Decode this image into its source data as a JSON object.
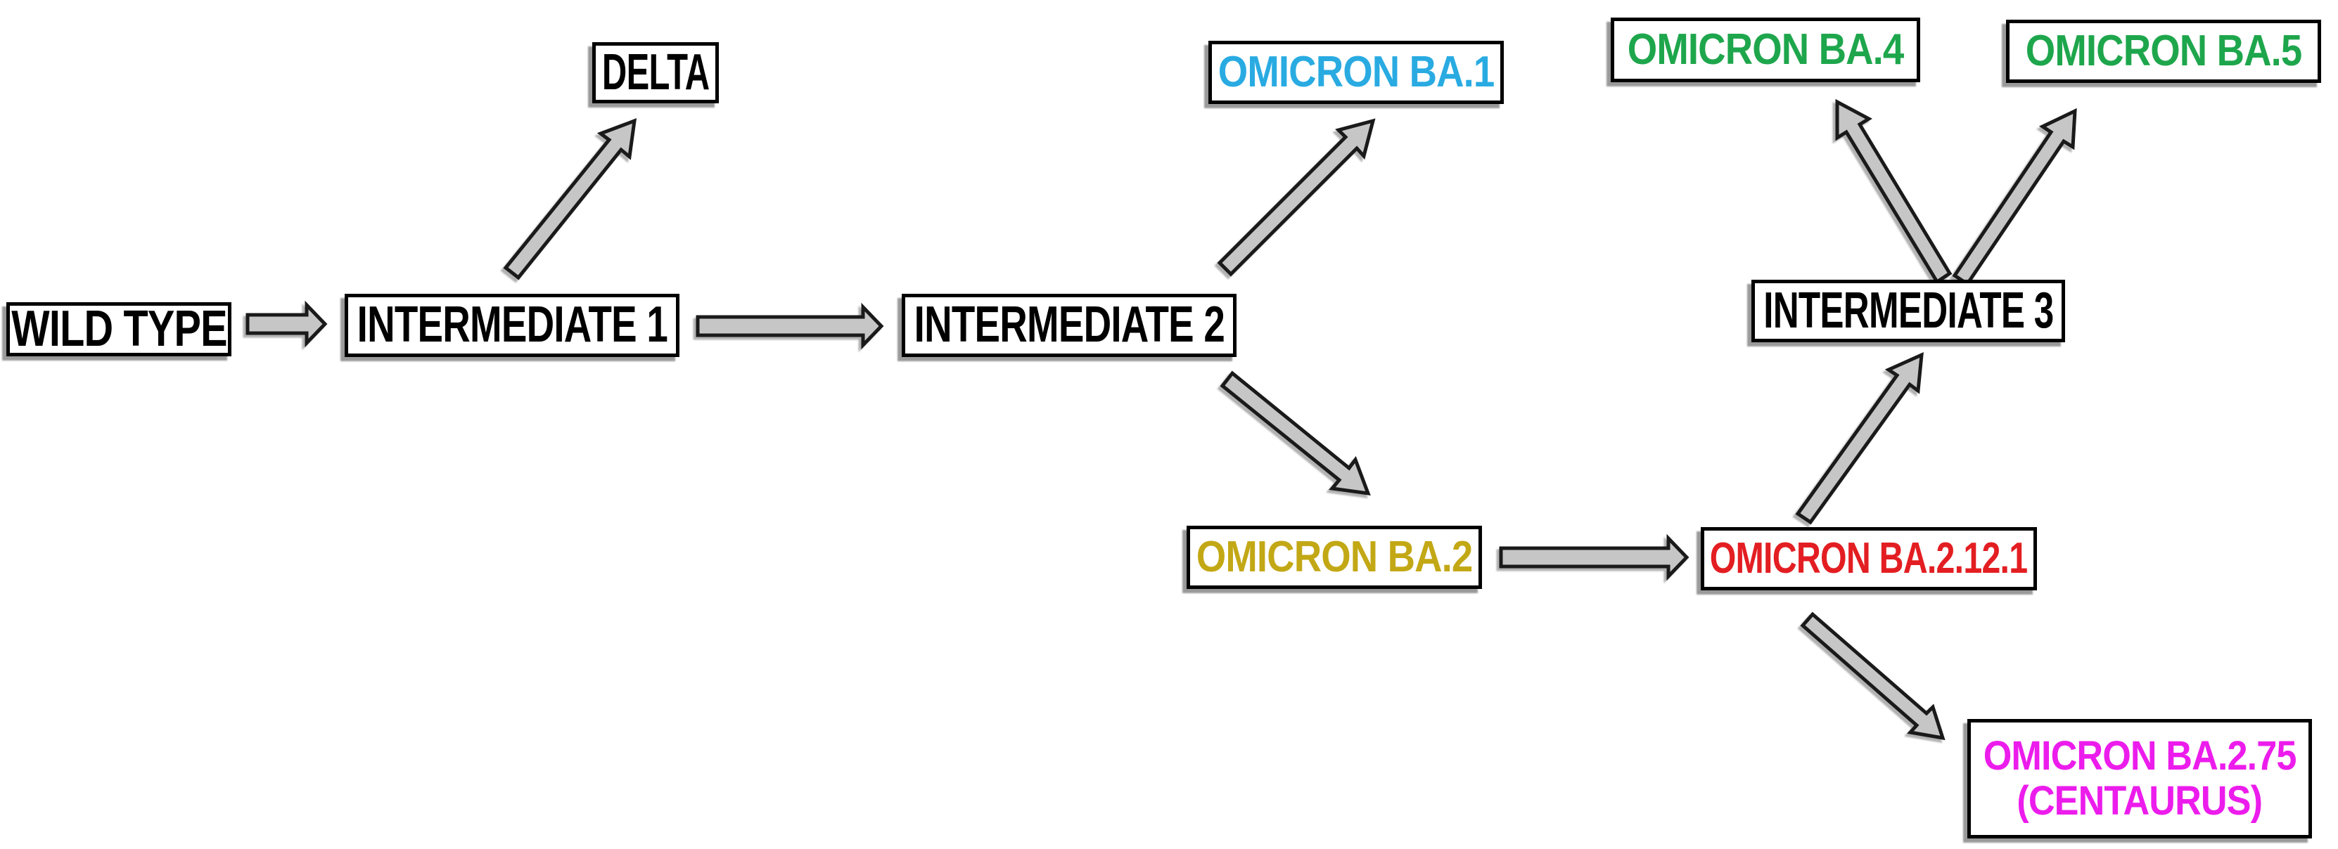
{
  "diagram": {
    "description_colors": {
      "box_border": "#000000",
      "box_fill": "#ffffff",
      "arrow_fill": "#c6c6c6",
      "arrow_outline": "#1a1a1a",
      "blue": "#29abe2",
      "dark_yellow": "#c3a816",
      "red": "#e31e22",
      "green": "#1ea64c",
      "magenta": "#ec1cec",
      "black": "#000000"
    },
    "nodes": [
      {
        "label": "WILD TYPE",
        "color": "#000000"
      },
      {
        "label": "INTERMEDIATE 1",
        "color": "#000000"
      },
      {
        "label": "DELTA",
        "color": "#000000"
      },
      {
        "label": "INTERMEDIATE 2",
        "color": "#000000"
      },
      {
        "label": "OMICRON BA.1",
        "color": "#29abe2"
      },
      {
        "label": "OMICRON BA.2",
        "color": "#c3a816"
      },
      {
        "label": "OMICRON BA.2.12.1",
        "color": "#e31e22"
      },
      {
        "label": "INTERMEDIATE 3",
        "color": "#000000"
      },
      {
        "label": "OMICRON BA.4",
        "color": "#1ea64c"
      },
      {
        "label": "OMICRON BA.5",
        "color": "#1ea64c"
      },
      {
        "label": "OMICRON BA.2.75",
        "label_line2": "(CENTAURUS)",
        "color": "#ec1cec"
      }
    ],
    "edges": [
      {
        "from": "WILD TYPE",
        "to": "INTERMEDIATE 1"
      },
      {
        "from": "INTERMEDIATE 1",
        "to": "DELTA"
      },
      {
        "from": "INTERMEDIATE 1",
        "to": "INTERMEDIATE 2"
      },
      {
        "from": "INTERMEDIATE 2",
        "to": "OMICRON BA.1"
      },
      {
        "from": "INTERMEDIATE 2",
        "to": "OMICRON BA.2"
      },
      {
        "from": "OMICRON BA.2",
        "to": "OMICRON BA.2.12.1"
      },
      {
        "from": "OMICRON BA.2.12.1",
        "to": "INTERMEDIATE 3"
      },
      {
        "from": "INTERMEDIATE 3",
        "to": "OMICRON BA.4"
      },
      {
        "from": "INTERMEDIATE 3",
        "to": "OMICRON BA.5"
      },
      {
        "from": "OMICRON BA.2.12.1",
        "to": "OMICRON BA.2.75 (CENTAURUS)"
      }
    ]
  }
}
